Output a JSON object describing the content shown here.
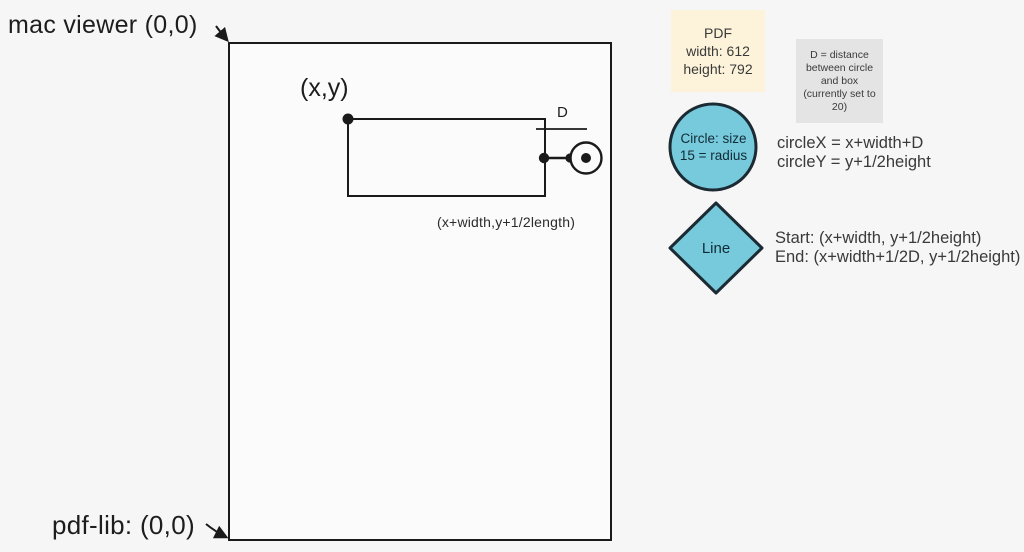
{
  "diagram_title": "PDF coordinate system diagram",
  "colors": {
    "background": "#f6f6f6",
    "page_fill": "#fbfbfb",
    "stroke": "#1a1a1a",
    "cyan_fill": "#76cadc",
    "shape_border": "#1c2b33",
    "pdf_box_bg": "#fcf3da",
    "d_box_bg": "#e4e4e4",
    "text": "#3a3a3a"
  },
  "labels": {
    "mac_viewer_origin": "mac viewer (0,0)",
    "pdflib_origin": "pdf-lib: (0,0)",
    "xy_point": "(x,y)",
    "d_label": "D",
    "rect_mid_point": "(x+width,y+1/2length)"
  },
  "info_boxes": {
    "pdf_box": {
      "lines": [
        "PDF",
        "width: 612",
        "height: 792"
      ]
    },
    "d_box": {
      "lines": [
        "D = distance",
        "between circle",
        "and box",
        "(currently set to",
        "20)"
      ]
    }
  },
  "legend": {
    "circle": {
      "label_lines": [
        "Circle: size",
        "15 = radius"
      ],
      "formulas": [
        "circleX = x+width+D",
        "circleY = y+1/2height"
      ]
    },
    "line": {
      "label": "Line",
      "formulas": [
        "Start: (x+width, y+1/2height)",
        "End: (x+width+1/2D, y+1/2height)"
      ]
    }
  }
}
